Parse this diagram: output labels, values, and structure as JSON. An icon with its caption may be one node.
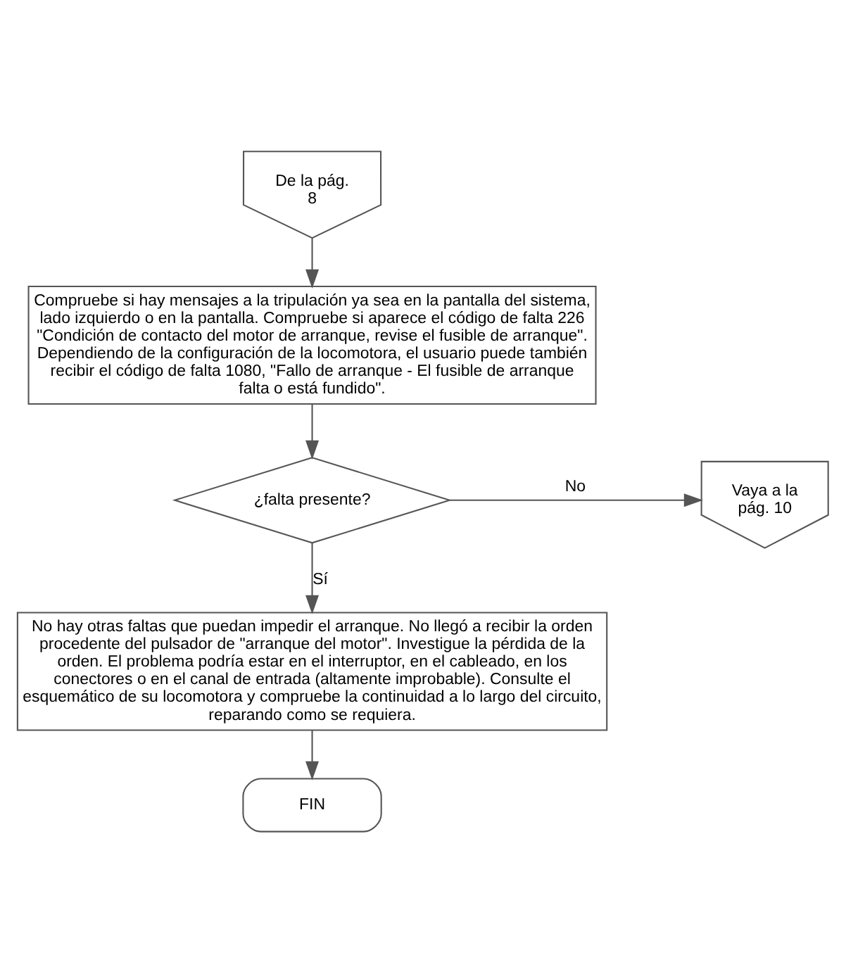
{
  "diagram": {
    "nodes": [
      {
        "text": [
          "De la pág. 8"
        ]
      },
      {
        "text": [
          "Compruebe si hay mensajes a la tripulación ya sea en la pantalla del sistema, lado izquierdo o en la pantalla. Compruebe si aparece el código de falta 226 \"Condición de contacto del motor de arranque, revise el fusible de arranque\". Dependiendo de la configuración de la locomotora, el usuario puede también recibir el código de falta 1080, \"Fallo de arranque - El fusible de arranque falta o está fundido\"."
        ]
      },
      {
        "text": [
          "¿falta presente?"
        ]
      },
      {
        "text": [
          "Vaya a la pág. 10"
        ]
      },
      {
        "text": [
          "No hay otras faltas que puedan impedir el arranque. No llegó a recibir la orden procedente del pulsador de \"arranque del motor\". Investigue la pérdida de la orden. El problema podría estar en el interruptor, en el cableado, en los conectores o en el canal de entrada (altamente improbable). Consulte el esquemático de su locomotora y compruebe la continuidad a lo largo del circuito, reparando como se requiera."
        ]
      },
      {
        "text": [
          "FIN"
        ]
      }
    ],
    "edges": [
      {
        "from": 0,
        "to": 1,
        "arrow": "to"
      },
      {
        "from": 1,
        "to": 2,
        "arrow": "to"
      },
      {
        "from": 2,
        "to": 3,
        "arrow": "to",
        "label": "No"
      },
      {
        "from": 2,
        "to": 4,
        "arrow": "to",
        "label": "Sí"
      },
      {
        "from": 4,
        "to": 5,
        "arrow": "to"
      }
    ]
  }
}
